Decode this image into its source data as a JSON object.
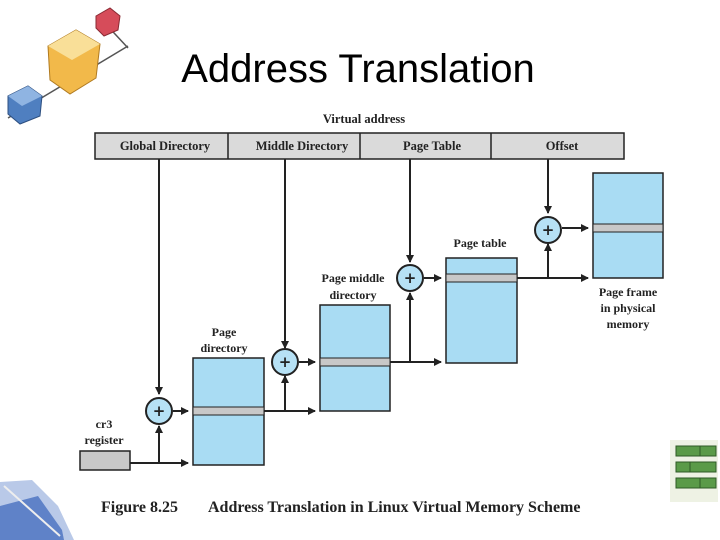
{
  "slide": {
    "title": "Address Translation"
  },
  "diagram": {
    "virtual_address_label": "Virtual address",
    "fields": [
      "Global Directory",
      "Middle Directory",
      "Page Table",
      "Offset"
    ],
    "page_directory_label": [
      "Page",
      "directory"
    ],
    "page_middle_directory_label": [
      "Page middle",
      "directory"
    ],
    "page_table_label": "Page table",
    "page_frame_label": [
      "Page frame",
      "in physical",
      "memory"
    ],
    "cr3_label": [
      "cr3",
      "register"
    ],
    "plus_symbol": "+",
    "caption_number": "Figure 8.25",
    "caption_text": "Address Translation in Linux Virtual Memory Scheme"
  },
  "colors": {
    "table_fill": "#a9dcf3",
    "entry_bar": "#c8c8c8",
    "header_fill": "#dadada",
    "adder_fill": "#b6e1f5",
    "line": "#222222"
  }
}
